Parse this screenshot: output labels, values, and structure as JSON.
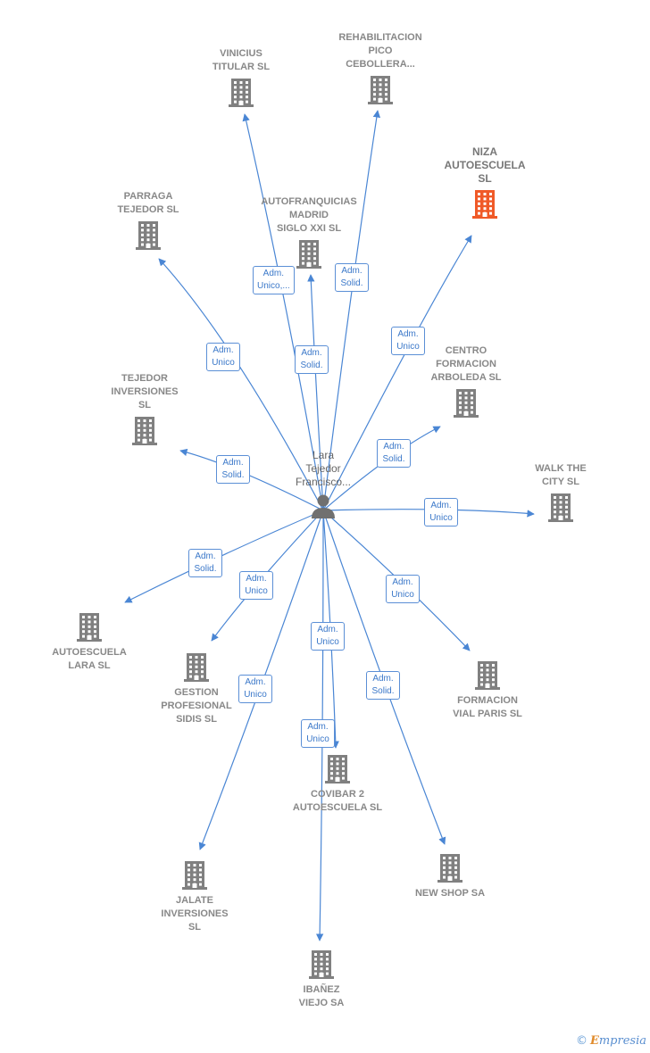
{
  "person": {
    "label": "Lara\nTejedor\nFrancisco..."
  },
  "companies": [
    {
      "id": "vinicius",
      "label": "VINICIUS\nTITULAR SL",
      "highlight": false
    },
    {
      "id": "rehabilitacion",
      "label": "REHABILITACION\nPICO\nCEBOLLERA...",
      "highlight": false
    },
    {
      "id": "niza",
      "label": "NIZA\nAUTOESCUELA\nSL",
      "highlight": true
    },
    {
      "id": "parraga",
      "label": "PARRAGA\nTEJEDOR SL",
      "highlight": false
    },
    {
      "id": "autofranquicias",
      "label": "AUTOFRANQUICIAS\nMADRID\nSIGLO XXI SL",
      "highlight": false
    },
    {
      "id": "tejedor",
      "label": "TEJEDOR\nINVERSIONES\nSL",
      "highlight": false
    },
    {
      "id": "centro",
      "label": "CENTRO\nFORMACION\nARBOLEDA SL",
      "highlight": false
    },
    {
      "id": "walk",
      "label": "WALK THE\nCITY SL",
      "highlight": false
    },
    {
      "id": "autoescuela_lara",
      "label": "AUTOESCUELA\nLARA SL",
      "highlight": false
    },
    {
      "id": "gestion",
      "label": "GESTION\nPROFESIONAL\nSIDIS SL",
      "highlight": false
    },
    {
      "id": "formacion_vial",
      "label": "FORMACION\nVIAL PARIS SL",
      "highlight": false
    },
    {
      "id": "covibar",
      "label": "COVIBAR 2\nAUTOESCUELA SL",
      "highlight": false
    },
    {
      "id": "jalate",
      "label": "JALATE\nINVERSIONES\nSL",
      "highlight": false
    },
    {
      "id": "new_shop",
      "label": "NEW SHOP SA",
      "highlight": false
    },
    {
      "id": "ibanez",
      "label": "IBAÑEZ\nVIEJO SA",
      "highlight": false
    }
  ],
  "relations": [
    {
      "to": "vinicius",
      "label": "Adm.\nUnico,..."
    },
    {
      "to": "rehabilitacion",
      "label": "Adm.\nSolid."
    },
    {
      "to": "niza",
      "label": "Adm.\nUnico"
    },
    {
      "to": "parraga",
      "label": "Adm.\nUnico"
    },
    {
      "to": "autofranquicias",
      "label": "Adm.\nSolid."
    },
    {
      "to": "tejedor",
      "label": "Adm.\nSolid."
    },
    {
      "to": "centro",
      "label": "Adm.\nSolid."
    },
    {
      "to": "walk",
      "label": "Adm.\nUnico"
    },
    {
      "to": "autoescuela_lara",
      "label": "Adm.\nSolid."
    },
    {
      "to": "gestion",
      "label": "Adm.\nUnico"
    },
    {
      "to": "formacion_vial",
      "label": "Adm.\nUnico"
    },
    {
      "to": "covibar",
      "label": "Adm.\nUnico"
    },
    {
      "to": "jalate",
      "label": "Adm.\nUnico"
    },
    {
      "to": "new_shop",
      "label": "Adm.\nSolid."
    },
    {
      "to": "ibanez",
      "label": "Adm.\nUnico"
    }
  ],
  "colors": {
    "edge": "#4a86d4",
    "building": "#808080",
    "highlight": "#f05a28",
    "badge_border": "#5b8fd6",
    "badge_text": "#3b78c9"
  },
  "footer": {
    "copyright_symbol": "©",
    "brand_initial": "E",
    "brand_rest": "mpresia"
  }
}
